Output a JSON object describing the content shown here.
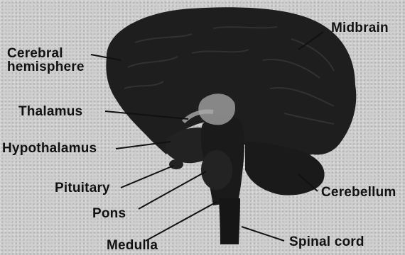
{
  "labels": {
    "midbrain": "Midbrain",
    "cerebral_hemisphere": "Cerebral\nhemisphere",
    "thalamus": "Thalamus",
    "hypothalamus": "Hypothalamus",
    "pituitary": "Pituitary",
    "pons": "Pons",
    "medulla": "Medulla",
    "cerebellum": "Cerebellum",
    "spinal_cord": "Spinal cord"
  },
  "colors": {
    "brain": "#1a1a1a",
    "background": "#cfcfcf",
    "thalamus": "#9a9a9a"
  }
}
